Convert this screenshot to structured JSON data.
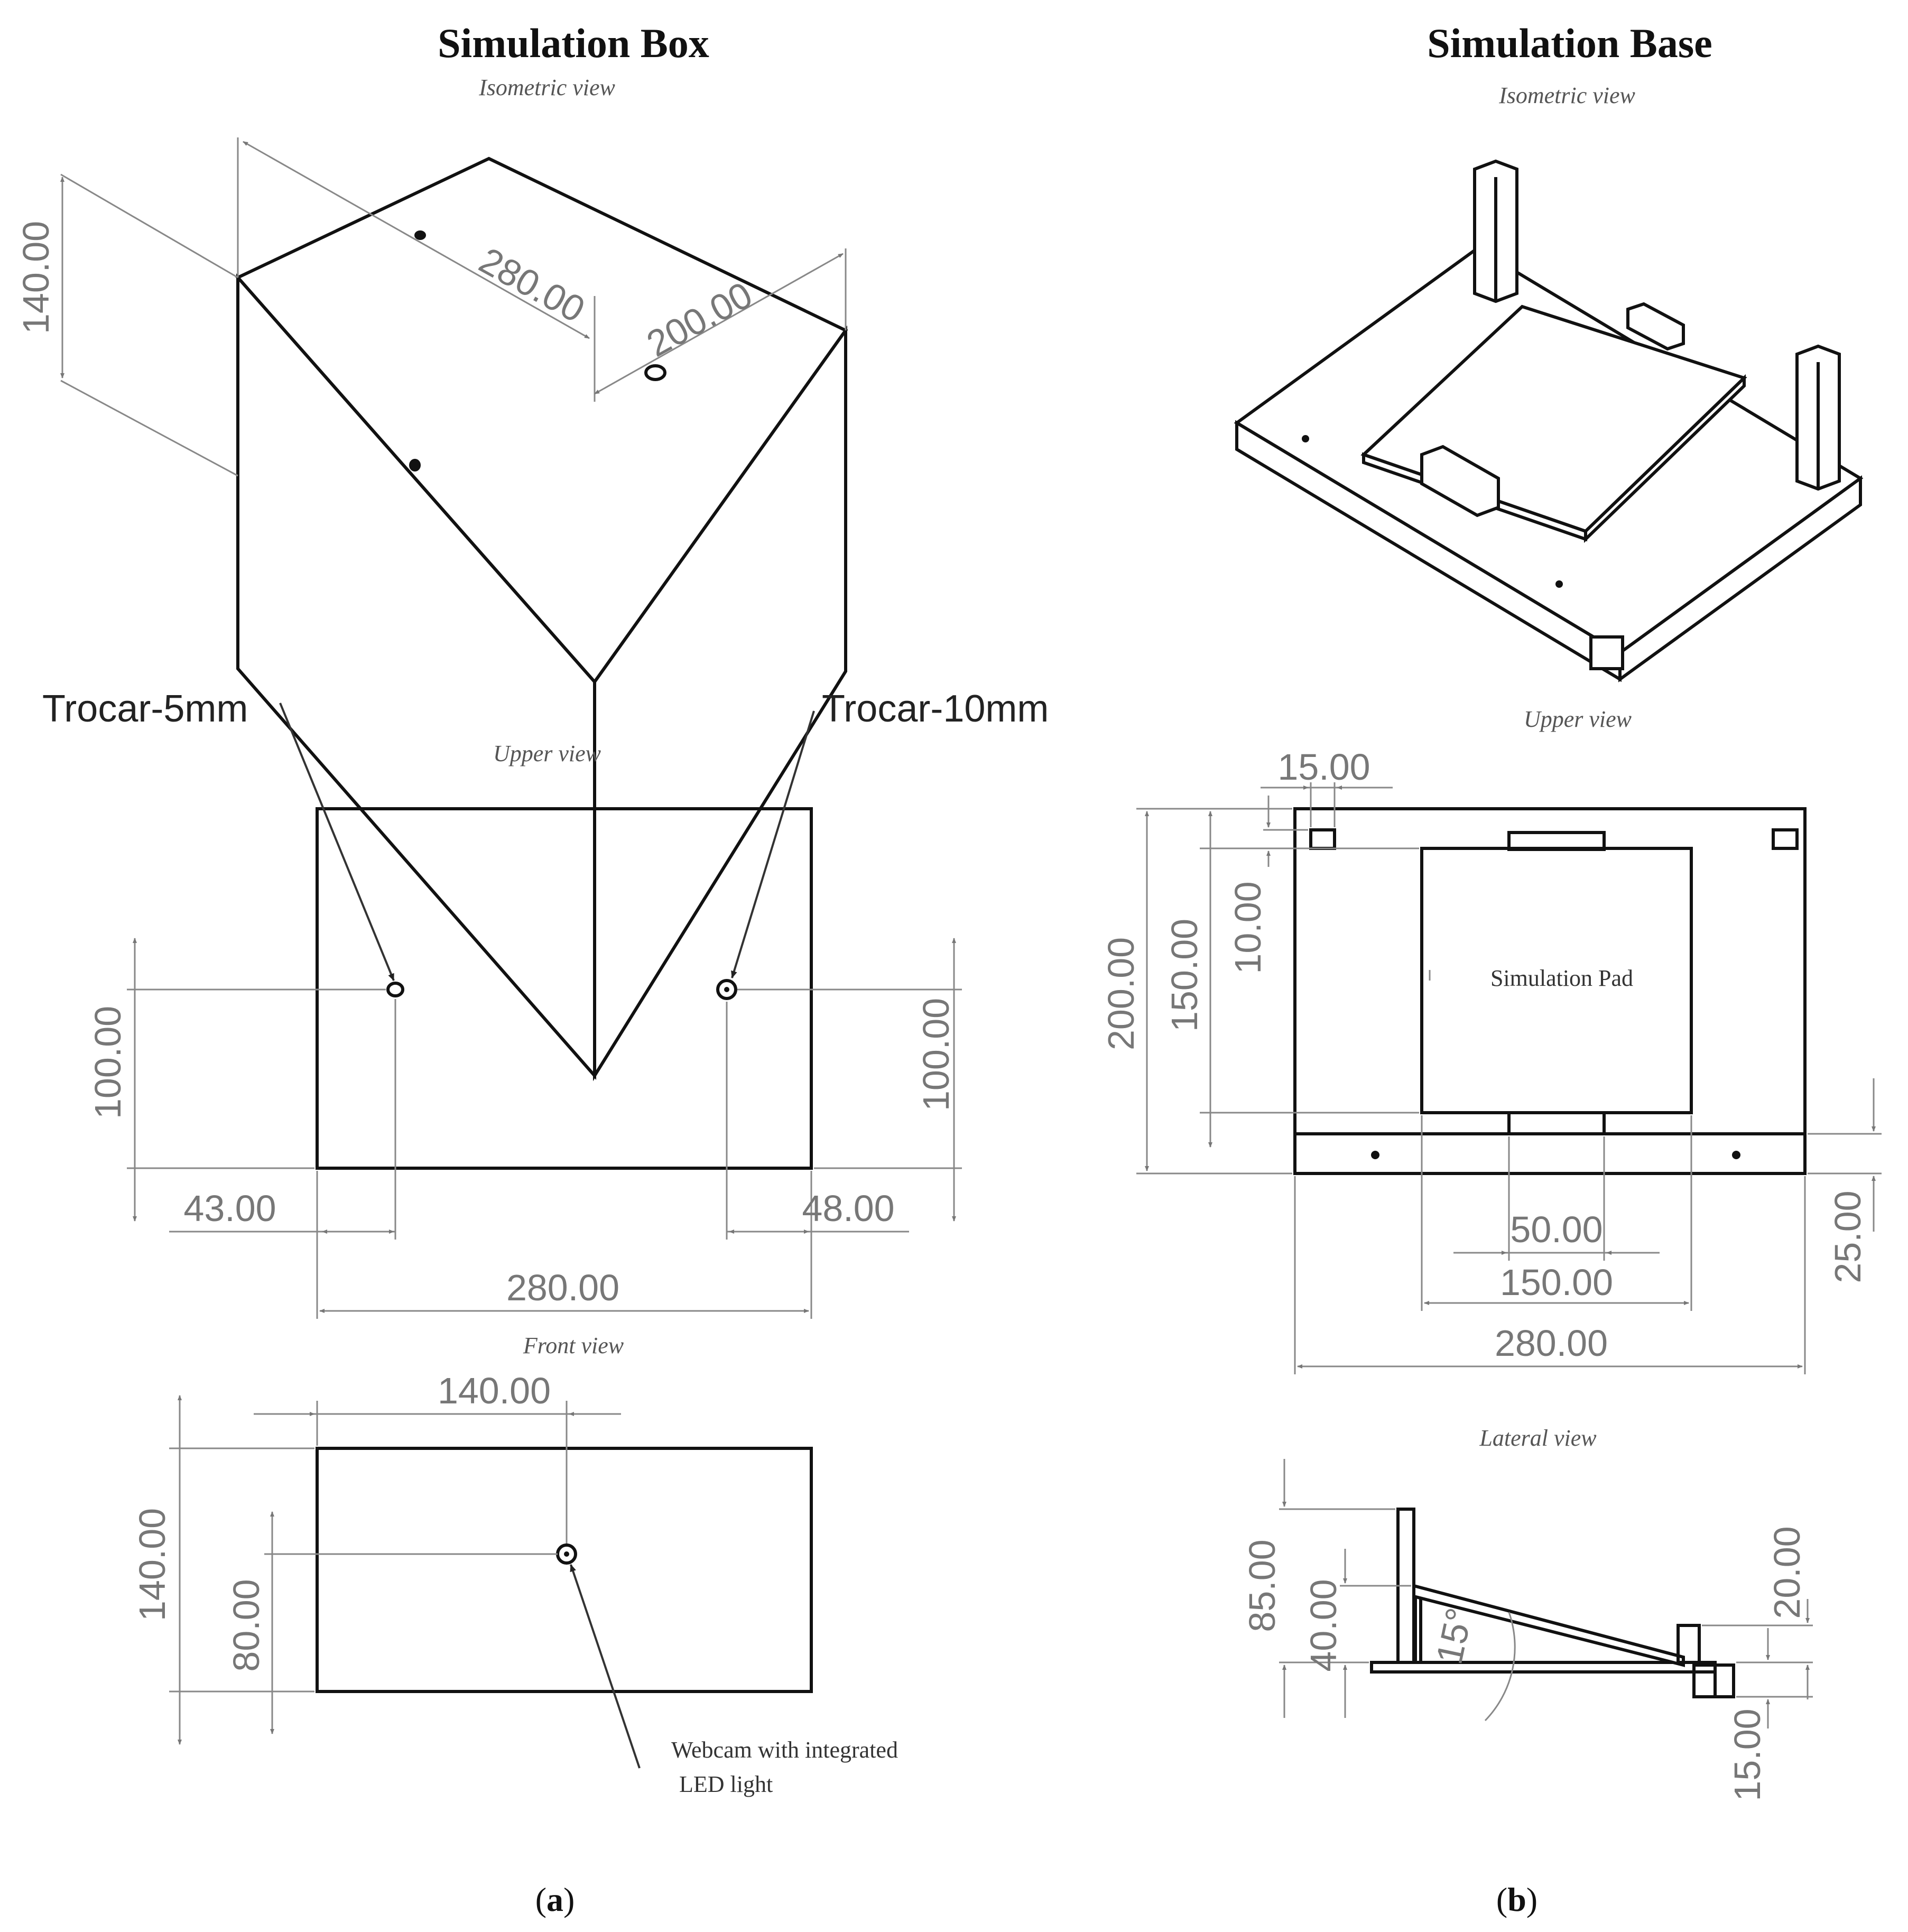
{
  "panel_a": {
    "title": "Simulation Box",
    "isometric_view": "Isometric view",
    "upper_view": "Upper view",
    "front_view": "Front view",
    "trocar_5": "Trocar-5mm",
    "trocar_10": "Trocar-10mm",
    "webcam_line1": "Webcam with integrated",
    "webcam_line2": "LED light",
    "dims": {
      "iso_height": "140.00",
      "iso_length": "280.00",
      "iso_depth": "200.00",
      "upper_left_y": "100.00",
      "upper_right_y": "100.00",
      "upper_left_x": "43.00",
      "upper_right_x": "48.00",
      "upper_width": "280.00",
      "front_x": "140.00",
      "front_height": "140.00",
      "front_y": "80.00"
    },
    "caption_open": "(",
    "caption_letter": "a",
    "caption_close": ")"
  },
  "panel_b": {
    "title": "Simulation Base",
    "isometric_view": "Isometric view",
    "upper_view": "Upper view",
    "lateral_view": "Lateral view",
    "pad_label": "Simulation Pad",
    "dims": {
      "post": "15.00",
      "gap": "10.00",
      "pad_height": "150.00",
      "total_height": "200.00",
      "front_strip": "25.00",
      "tab_width": "50.00",
      "pad_width": "150.00",
      "total_width": "280.00",
      "lateral_height": "85.00",
      "lateral_pivot": "40.00",
      "lateral_right": "20.00",
      "lateral_base": "15.00",
      "angle": "15°"
    },
    "caption_open": "(",
    "caption_letter": "b",
    "caption_close": ")"
  }
}
